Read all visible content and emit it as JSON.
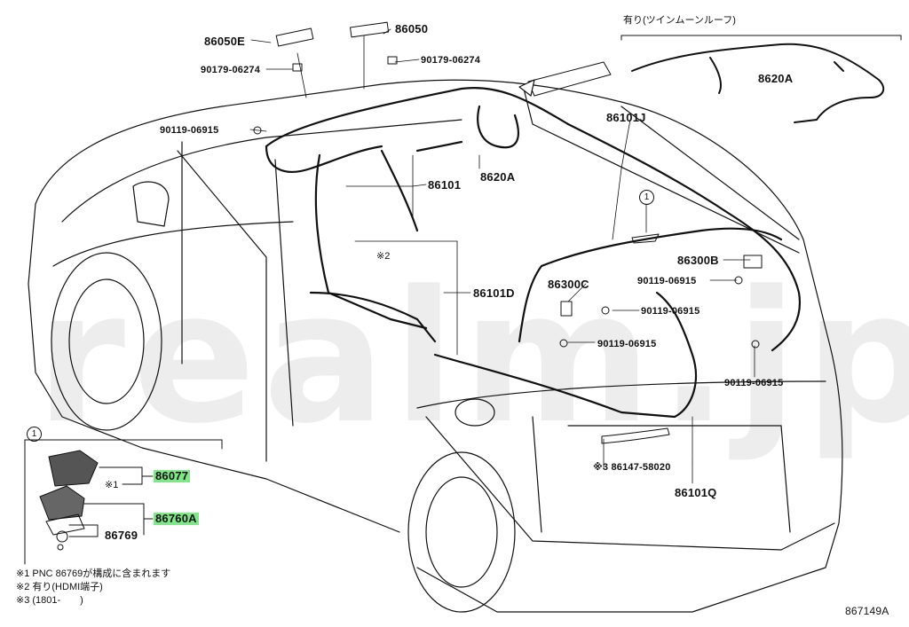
{
  "diagram_code": "867149A",
  "watermark": "realm.jpn",
  "twin_moon_roof_label": "有り(ツインムーンルーフ)",
  "detail_marker": "1",
  "callouts": {
    "c86050E": "86050E",
    "c86050": "86050",
    "c90179a": "90179-06274",
    "c90179b": "90179-06274",
    "c90119a": "90119-06915",
    "c86101": "86101",
    "c8620A_main": "8620A",
    "c8620A_roof": "8620A",
    "c86101J": "86101J",
    "c86300B": "86300B",
    "c86300C": "86300C",
    "c90119b": "90119-06915",
    "c90119c": "90119-06915",
    "c90119d": "90119-06915",
    "c90119e": "90119-06915",
    "c86101D": "86101D",
    "mark2": "※2",
    "c86147": "※3 86147-58020",
    "c86101Q": "86101Q"
  },
  "inset": {
    "marker": "1",
    "c86077": "86077",
    "mark1": "※1",
    "c86760A": "86760A",
    "c86769": "86769"
  },
  "notes": [
    "※1 PNC 86769が構成に含まれます",
    "※2 有り(HDMI端子)",
    "※3 (1801-　　)"
  ],
  "colors": {
    "highlight": "#7ee787",
    "line": "#111111"
  }
}
